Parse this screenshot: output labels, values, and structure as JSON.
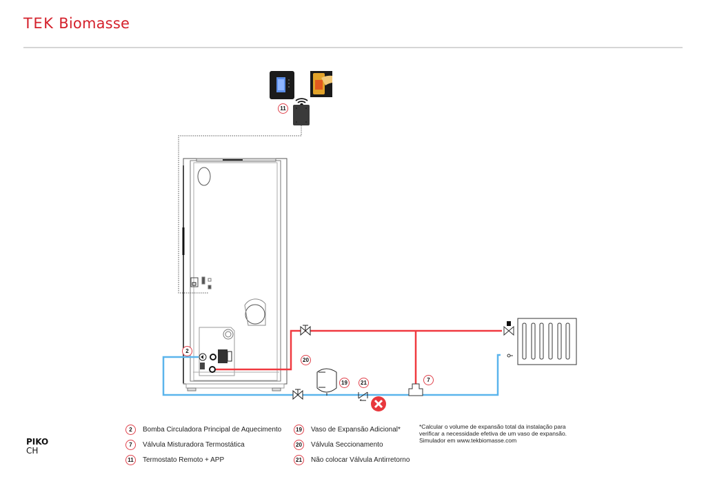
{
  "brand": {
    "prefix": "TEK",
    "name": "Biomasse",
    "color": "#d4202b"
  },
  "model": {
    "name": "PIKO",
    "variant": "CH"
  },
  "colors": {
    "supply_pipe": "#f0393f",
    "return_pipe": "#5ab4ec",
    "callout_border": "#e0404a",
    "no_symbol": "#e8383d"
  },
  "callouts": {
    "c11": "11",
    "c2": "2",
    "c20": "20",
    "c19": "19",
    "c21": "21",
    "c7": "7"
  },
  "legend": {
    "items": [
      {
        "num": "2",
        "label": "Bomba Circuladora Principal de Aquecimento"
      },
      {
        "num": "7",
        "label": "Válvula Misturadora Termostática"
      },
      {
        "num": "11",
        "label": "Termostato Remoto + APP"
      },
      {
        "num": "19",
        "label": "Vaso de Expansão Adicional*"
      },
      {
        "num": "20",
        "label": "Válvula Seccionamento"
      },
      {
        "num": "21",
        "label": "Não colocar Válvula Antirretorno"
      }
    ],
    "note": "*Calcular o volume de expansão total da instalação para verificar a necessidade efetiva de um vaso de expansão. Simulador em www.tekbiomasse.com"
  },
  "icons": {
    "thermostat": "remote-thermostat-icon",
    "app": "smartphone-app-icon",
    "wifi": "wifi-icon",
    "receiver": "receiver-module-icon",
    "no_check_valve": "forbidden-x-icon"
  }
}
